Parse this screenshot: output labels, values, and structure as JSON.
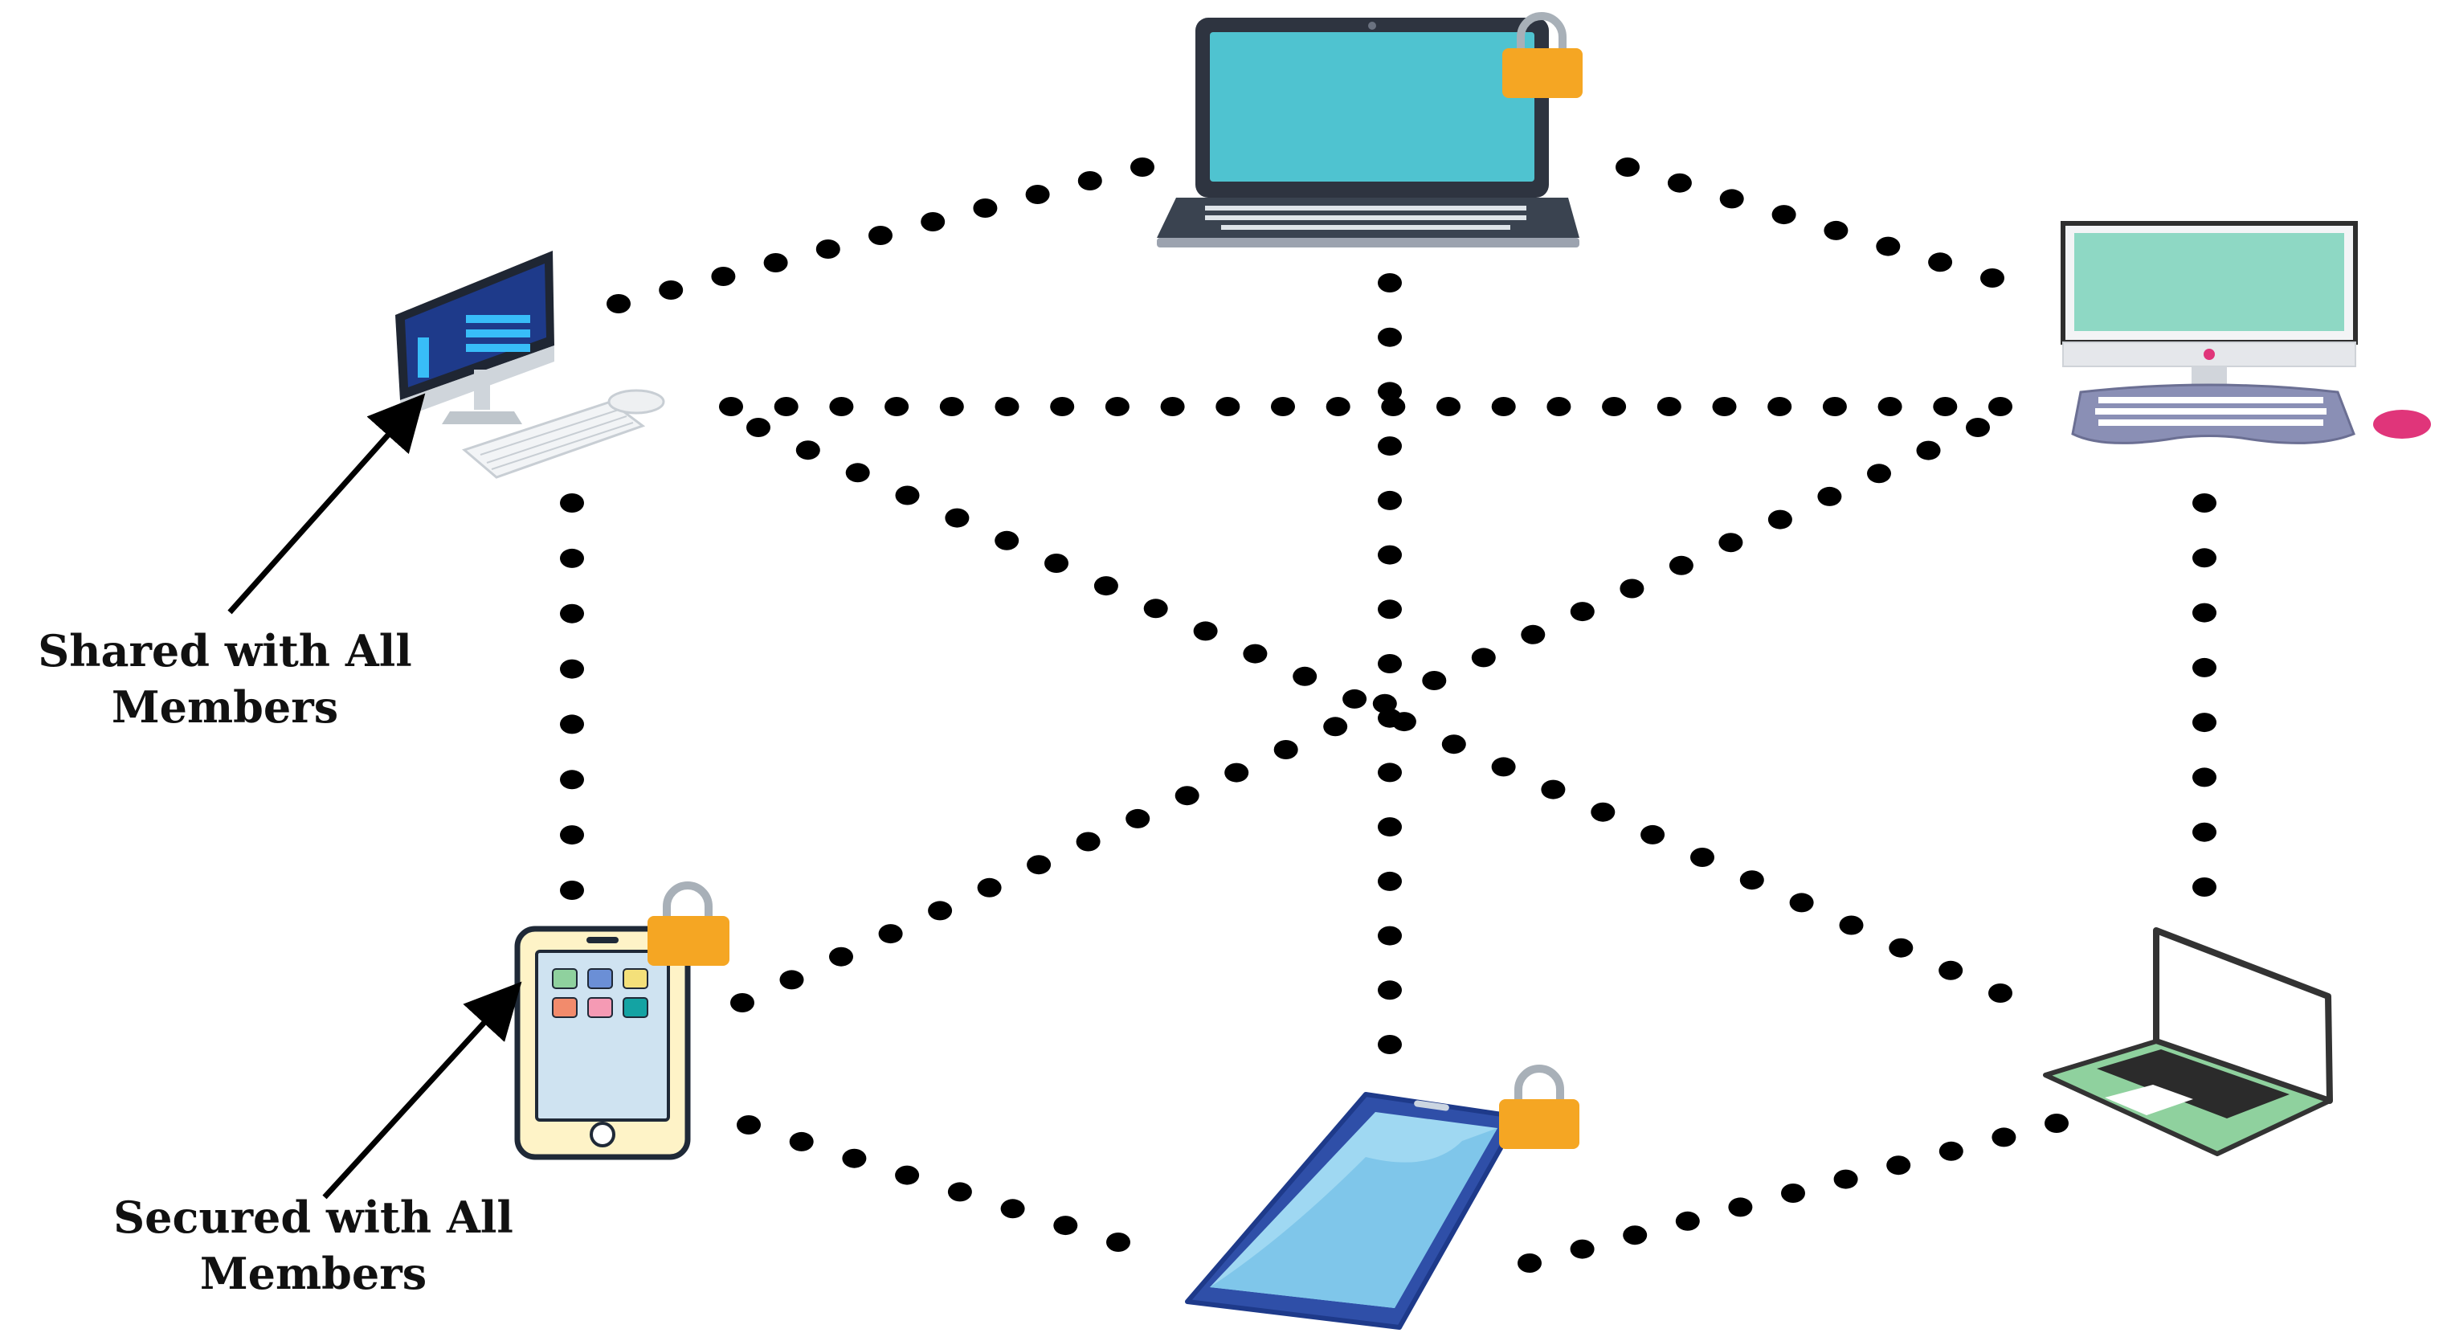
{
  "annotations": {
    "shared": {
      "line1": "Shared with All",
      "line2": "Members"
    },
    "secured": {
      "line1": "Secured with All",
      "line2": "Members"
    }
  },
  "devices": [
    {
      "icon": "laptop-icon",
      "locked": true
    },
    {
      "icon": "imac-desktop-icon",
      "locked": false
    },
    {
      "icon": "desktop-computer-icon",
      "locked": false
    },
    {
      "icon": "smartphone-icon",
      "locked": true
    },
    {
      "icon": "tilted-smartphone-icon",
      "locked": true
    },
    {
      "icon": "notebook-laptop-icon",
      "locked": false
    }
  ],
  "colors": {
    "dots": "#000000",
    "lock_body": "#F5A623",
    "lock_shackle": "#A8B0B8",
    "laptop_screen": "#4FC3D0",
    "laptop_body": "#2E3440",
    "desktop_screen": "#8ED8C4",
    "desktop_keyboard": "#8A8FB5",
    "mouse": "#E0357A",
    "phone_screen": "#CFE3F1",
    "tilted_phone": "#2F4FA8",
    "notebook_keyboard": "#8FD19E",
    "arrow": "#000000"
  }
}
